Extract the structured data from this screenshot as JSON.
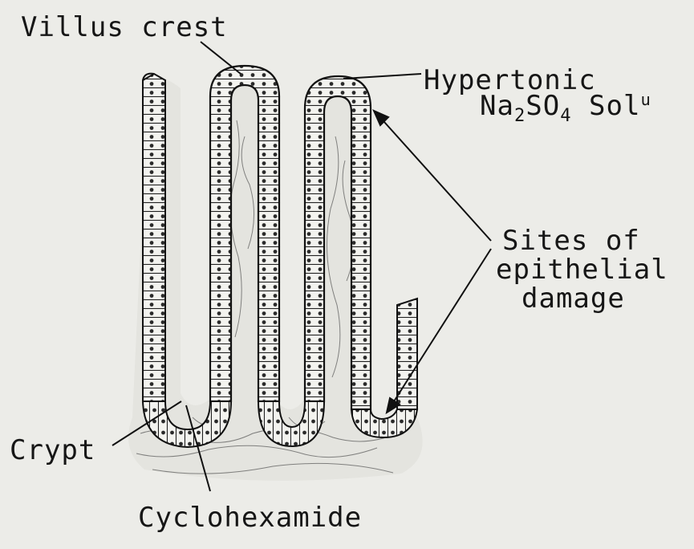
{
  "labels": {
    "villus_crest": "Villus crest",
    "hypertonic_line1": "Hypertonic",
    "hypertonic_formula": {
      "na": "Na",
      "sub_2": "2",
      "so": "SO",
      "sub_4": "4",
      "sol": "Sol",
      "sup_u": "u"
    },
    "sites_of_damage": [
      "Sites of",
      "epithelial",
      "damage"
    ],
    "crypt": "Crypt",
    "cyclohexamide": "Cyclohexamide"
  },
  "colors": {
    "background": "#ecece8",
    "ink": "#161616"
  }
}
